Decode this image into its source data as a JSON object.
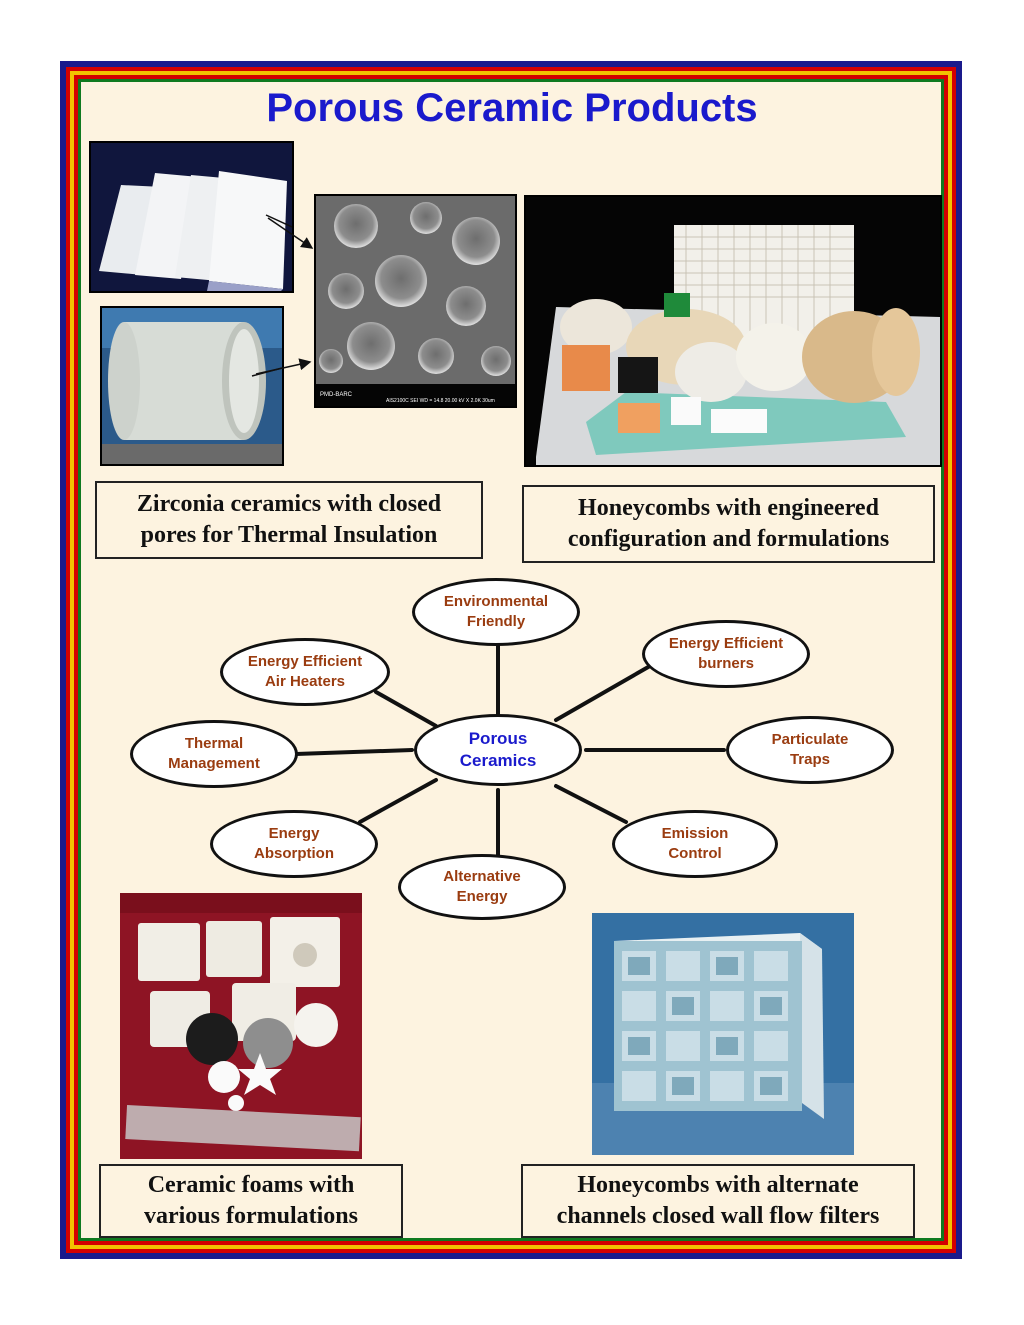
{
  "title": "Porous Ceramic Products",
  "captions": {
    "zirconia": "Zirconia ceramics with  closed pores for Thermal  Insulation",
    "honeycomb_engineered": "Honeycombs with engineered configuration and formulations",
    "foams": "Ceramic foams  with various formulations",
    "honeycomb_filters": "Honeycombs with alternate channels closed wall flow filters"
  },
  "sem": {
    "label_left": "PMD-BARC",
    "label_right": "AIS2100C  SEI   WD = 14.8   20.00 kV  X 2.0K     30um"
  },
  "diagram": {
    "center": "Porous\nCeramics",
    "nodes": {
      "environmental": "Environmental\nFriendly",
      "burners": "Energy Efficient\nburners",
      "particulate": "Particulate\nTraps",
      "emission": "Emission\nControl",
      "alternative": "Alternative\nEnergy",
      "absorption": "Energy\nAbsorption",
      "thermal": "Thermal\nManagement",
      "air_heaters": "Energy Efficient\nAir Heaters"
    }
  },
  "colors": {
    "title": "#1a1acc",
    "node_text": "#9a3c10",
    "background": "#fdf3e0"
  }
}
